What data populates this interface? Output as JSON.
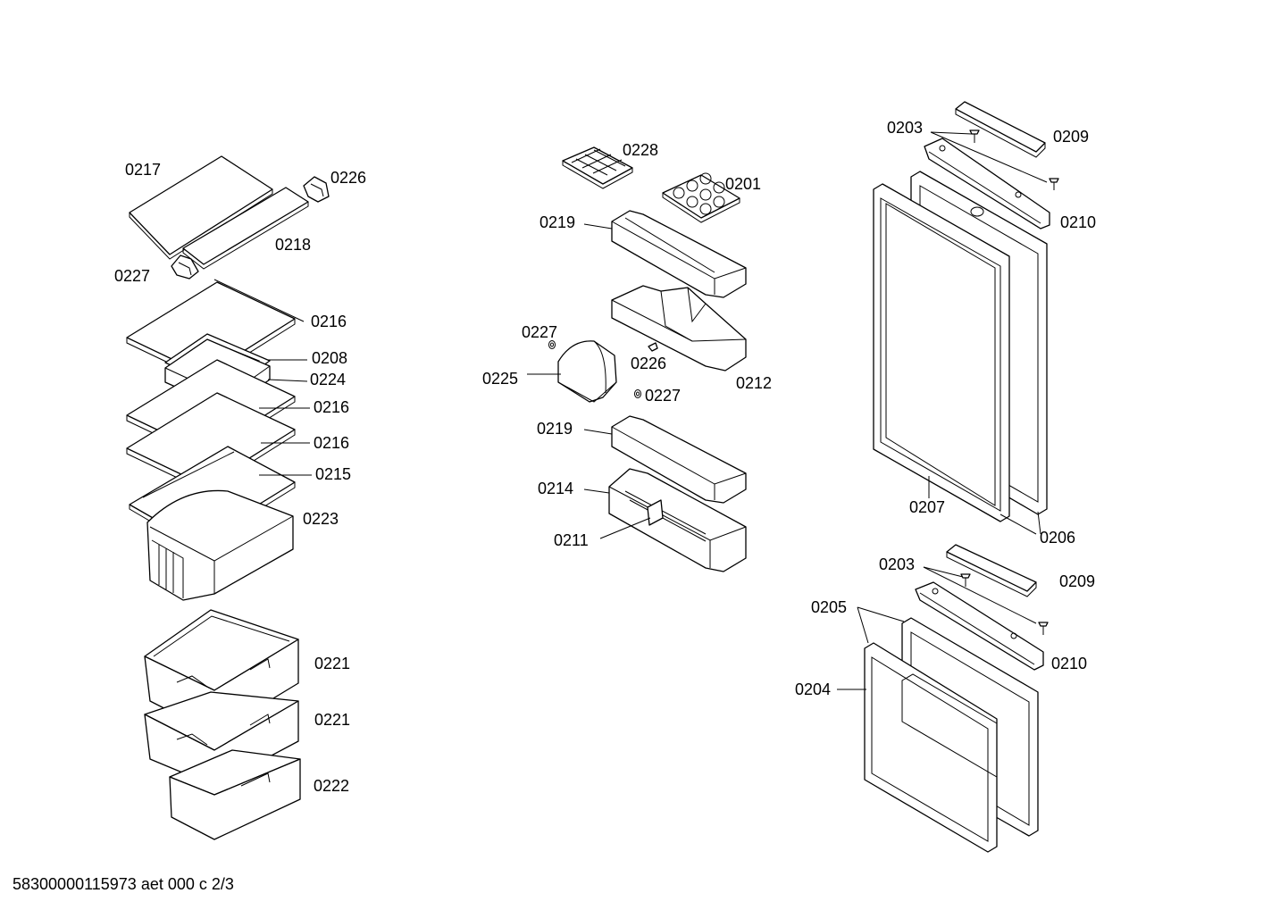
{
  "footer": "58300000115973 aet 000 c 2/3",
  "labels": {
    "l0217": "0217",
    "l0226a": "0226",
    "l0218": "0218",
    "l0227a": "0227",
    "l0216a": "0216",
    "l0208": "0208",
    "l0224": "0224",
    "l0216b": "0216",
    "l0216c": "0216",
    "l0215": "0215",
    "l0223": "0223",
    "l0221a": "0221",
    "l0221b": "0221",
    "l0222": "0222",
    "l0228": "0228",
    "l0201": "0201",
    "l0219a": "0219",
    "l0227b": "0227",
    "l0226b": "0226",
    "l0212": "0212",
    "l0225": "0225",
    "l0227c": "0227",
    "l0219b": "0219",
    "l0214": "0214",
    "l0211": "0211",
    "l0203a": "0203",
    "l0209a": "0209",
    "l0210a": "0210",
    "l0207": "0207",
    "l0206": "0206",
    "l0203b": "0203",
    "l0209b": "0209",
    "l0205": "0205",
    "l0210b": "0210",
    "l0204": "0204"
  }
}
